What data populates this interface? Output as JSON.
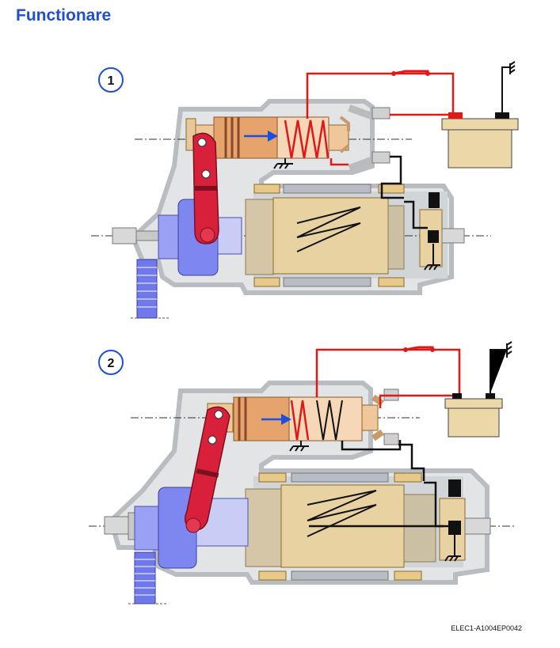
{
  "header": {
    "title": "Functionare"
  },
  "footer": {
    "reference": "ELEC1-A1004EP0042"
  },
  "steps": [
    {
      "number": "1"
    },
    {
      "number": "2"
    }
  ],
  "colors": {
    "title": "#1e4fd0",
    "housing": "#c8ccd0",
    "solenoid": "#e6a46c",
    "coil_pull_in": "#e01818",
    "coil_hold": "#111111",
    "battery": "#ecd7a8",
    "armature": "#e8d2a2",
    "pinion": "#7e86f0",
    "ring_gear": "#6f78ec",
    "lever": "#d8203a",
    "arrow": "#1a4fe0",
    "wire_positive": "#e01818",
    "wire_negative": "#111111"
  },
  "icons": [
    "battery-icon",
    "ground-symbol-icon",
    "switch-icon",
    "direction-arrow-icon"
  ]
}
